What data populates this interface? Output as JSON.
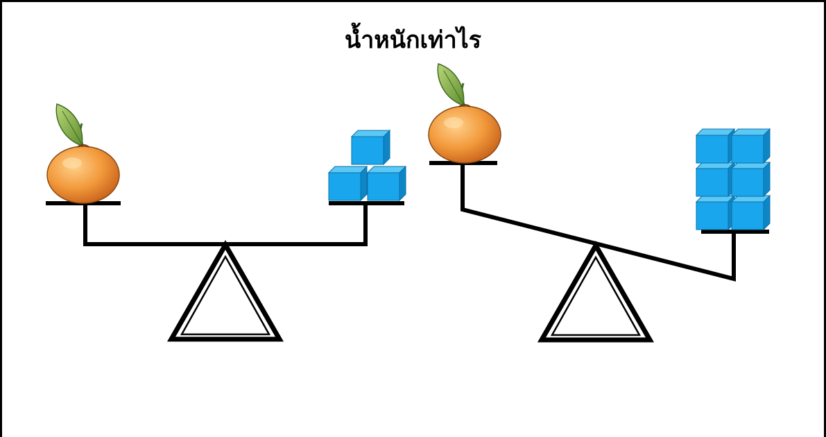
{
  "title": "น้ำหนักเท่าไร",
  "colors": {
    "line": "#000000",
    "cube_front": "#1aa6ec",
    "cube_top": "#5cc8f5",
    "cube_side": "#0e86c6",
    "orange": "#f29a3c",
    "orange_light": "#ffd08a",
    "orange_dark": "#c8621b",
    "leaf": "#7fb04a",
    "leaf_dark": "#3f6b22"
  },
  "scales": [
    {
      "id": "scale-left",
      "state": "balanced",
      "left_pan": {
        "item": "orange",
        "count": 1
      },
      "right_pan": {
        "item": "cube",
        "count": 3
      }
    },
    {
      "id": "scale-right",
      "state": "tilted-right-down",
      "left_pan": {
        "item": "orange",
        "count": 1
      },
      "right_pan": {
        "item": "cube",
        "count": 6
      }
    }
  ]
}
